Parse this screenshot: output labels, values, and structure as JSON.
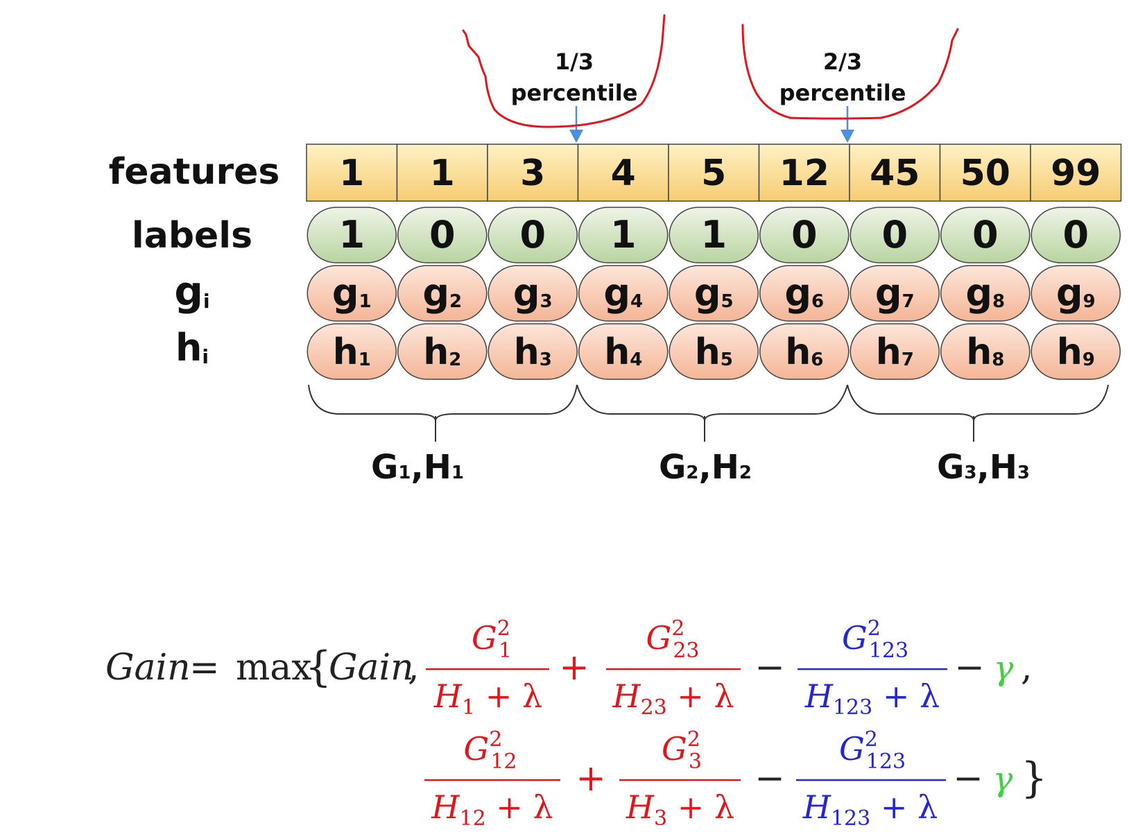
{
  "row_labels": {
    "features": "features",
    "labels": "labels",
    "g": {
      "base": "g",
      "sub": "i"
    },
    "h": {
      "base": "h",
      "sub": "i"
    }
  },
  "features": [
    "1",
    "1",
    "3",
    "4",
    "5",
    "12",
    "45",
    "50",
    "99"
  ],
  "labels": [
    "1",
    "0",
    "0",
    "1",
    "1",
    "0",
    "0",
    "0",
    "0"
  ],
  "g_row": {
    "base": "g",
    "subs": [
      "1",
      "2",
      "3",
      "4",
      "5",
      "6",
      "7",
      "8",
      "9"
    ]
  },
  "h_row": {
    "base": "h",
    "subs": [
      "1",
      "2",
      "3",
      "4",
      "5",
      "6",
      "7",
      "8",
      "9"
    ]
  },
  "markers": [
    {
      "line1": "1/3",
      "line2": "percentile"
    },
    {
      "line1": "2/3",
      "line2": "percentile"
    }
  ],
  "groups": [
    {
      "G": "G",
      "sep": ",",
      "H": "H",
      "sub": "1"
    },
    {
      "G": "G",
      "sep": ",",
      "H": "H",
      "sub": "2"
    },
    {
      "G": "G",
      "sep": ",",
      "H": "H",
      "sub": "3"
    }
  ],
  "colors": {
    "feature_fill_top": "#fff2c4",
    "feature_fill_bottom": "#f6cc73",
    "label_fill_top": "#eef4e6",
    "label_fill_bottom": "#b9d4a2",
    "gh_fill_top": "#fde6da",
    "gh_fill_bottom": "#f4b596",
    "arrow": "#4a8fe0",
    "annotation": "#e3141b",
    "formula_black": "#222222",
    "formula_red": "#e3141b",
    "formula_blue": "#2424d8",
    "formula_green": "#3fd23f"
  },
  "formula": {
    "lhs": "Gain",
    "eq": "=",
    "max": "max",
    "open_brace": "{",
    "close_brace": "}",
    "gain_inner": "Gain",
    "comma": ",",
    "plus": "+",
    "minus": "−",
    "gamma": "γ",
    "row1": {
      "t1": {
        "num": {
          "base": "G",
          "sub": "1",
          "sup": "2"
        },
        "den": {
          "base": "H",
          "sub": "1",
          "rest": " + λ"
        }
      },
      "t2": {
        "num": {
          "base": "G",
          "sub": "23",
          "sup": "2"
        },
        "den": {
          "base": "H",
          "sub": "23",
          "rest": " + λ"
        }
      },
      "t3": {
        "num": {
          "base": "G",
          "sub": "123",
          "sup": "2"
        },
        "den": {
          "base": "H",
          "sub": "123",
          "rest": " + λ"
        }
      }
    },
    "row2": {
      "t1": {
        "num": {
          "base": "G",
          "sub": "12",
          "sup": "2"
        },
        "den": {
          "base": "H",
          "sub": "12",
          "rest": " + λ"
        }
      },
      "t2": {
        "num": {
          "base": "G",
          "sub": "3",
          "sup": "2"
        },
        "den": {
          "base": "H",
          "sub": "3",
          "rest": " + λ"
        }
      },
      "t3": {
        "num": {
          "base": "G",
          "sub": "123",
          "sup": "2"
        },
        "den": {
          "base": "H",
          "sub": "123",
          "rest": " + λ"
        }
      }
    }
  }
}
